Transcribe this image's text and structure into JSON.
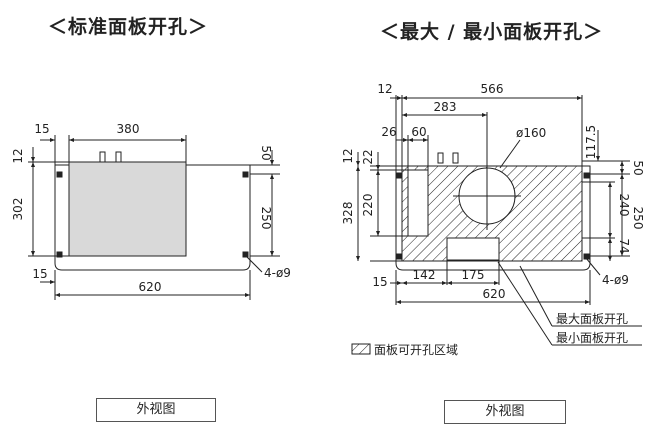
{
  "titles": {
    "left": "＜标准面板开孔＞",
    "right": "＜最大 / 最小面板开孔＞"
  },
  "buttons": {
    "left": "外视图",
    "right": "外视图"
  },
  "left_dims": {
    "d15_top": "15",
    "d380": "380",
    "d12": "12",
    "d302": "302",
    "d50": "50",
    "d250": "250",
    "d15_bottom": "15",
    "d620": "620",
    "holes": "4-ø9"
  },
  "right_dims": {
    "d12_top": "12",
    "d566": "566",
    "d283": "283",
    "d26": "26",
    "d60": "60",
    "circle": "ø160",
    "d117_5": "117.5",
    "d12_side": "12",
    "d22": "22",
    "d50": "50",
    "d328": "328",
    "d220": "220",
    "d240": "240",
    "d250": "250",
    "d74": "74",
    "d15": "15",
    "d142": "142",
    "d175": "175",
    "holes": "4-ø9",
    "d620": "620"
  },
  "labels": {
    "max_cutout": "最大面板开孔",
    "min_cutout": "最小面板开孔",
    "legend": "面板可开孔区域"
  },
  "colors": {
    "line": "#222222",
    "background": "#ffffff"
  }
}
